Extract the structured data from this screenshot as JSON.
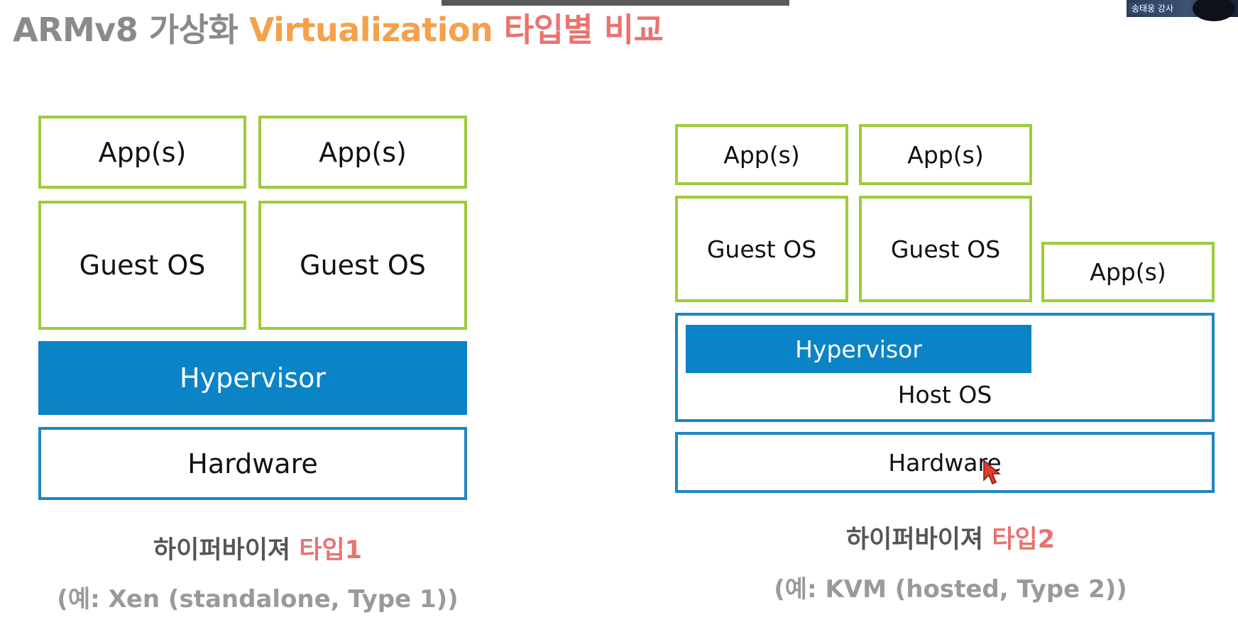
{
  "title": {
    "part1": "ARMv8 가상화",
    "part2": "Virtualization",
    "part3": "타입별 비교"
  },
  "type1": {
    "app_left": "App(s)",
    "app_right": "App(s)",
    "guest_left": "Guest OS",
    "guest_right": "Guest OS",
    "hypervisor": "Hypervisor",
    "hardware": "Hardware",
    "caption_prefix": "하이퍼바이져",
    "caption_type": "타입1",
    "example": "(예: Xen (standalone, Type 1))"
  },
  "type2": {
    "app_left": "App(s)",
    "app_mid": "App(s)",
    "guest_left": "Guest OS",
    "guest_mid": "Guest OS",
    "app_host": "App(s)",
    "hypervisor": "Hypervisor",
    "host_os": "Host OS",
    "hardware": "Hardware",
    "caption_prefix": "하이퍼바이져",
    "caption_type": "타입2",
    "example": "(예: KVM (hosted, Type 2))"
  },
  "webcam": {
    "label": "송태웅 강사"
  },
  "colors": {
    "title_gray": "#8a8a8a",
    "title_orange": "#f5a04b",
    "title_red": "#e8736f",
    "green_border": "#9ccc3a",
    "blue_border": "#1d86c2",
    "blue_fill": "#0a84c6"
  }
}
